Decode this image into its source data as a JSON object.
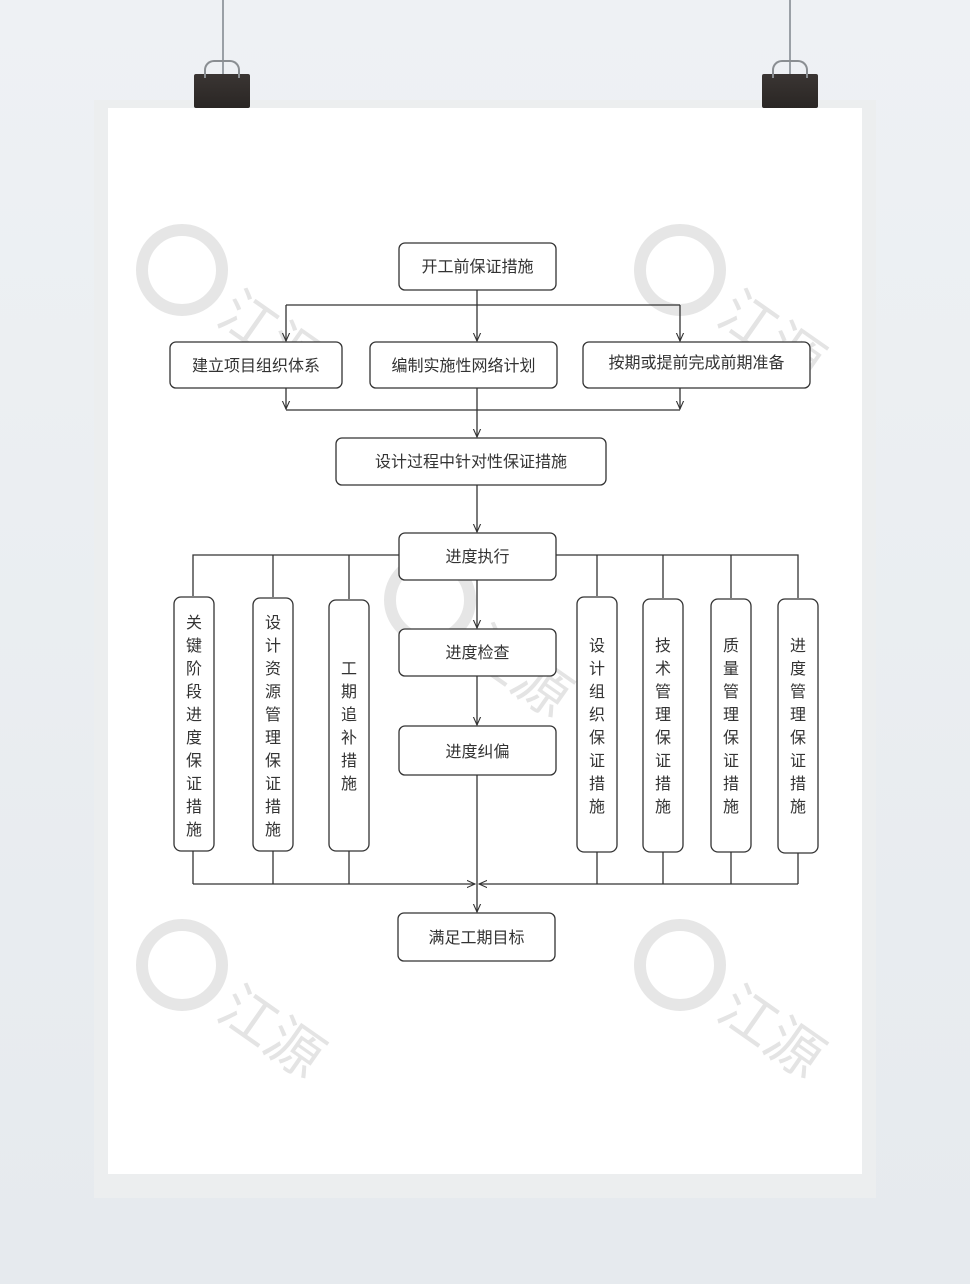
{
  "watermark": {
    "text": "江源"
  },
  "flowchart": {
    "start": "开工前保证措施",
    "prep": [
      "建立项目组织体系",
      "编制实施性网络计划",
      "按期或提前完成前期准备"
    ],
    "design": "设计过程中针对性保证措施",
    "execute": "进度执行",
    "check": "进度检查",
    "correct": "进度纠偏",
    "goal": "满足工期目标",
    "left_measures": [
      "关键阶段进度保证措施",
      "设计资源管理保证措施",
      "工期追补措施"
    ],
    "right_measures": [
      "设计组织保证措施",
      "技术管理保证措施",
      "质量管理保证措施",
      "进度管理保证措施"
    ]
  }
}
